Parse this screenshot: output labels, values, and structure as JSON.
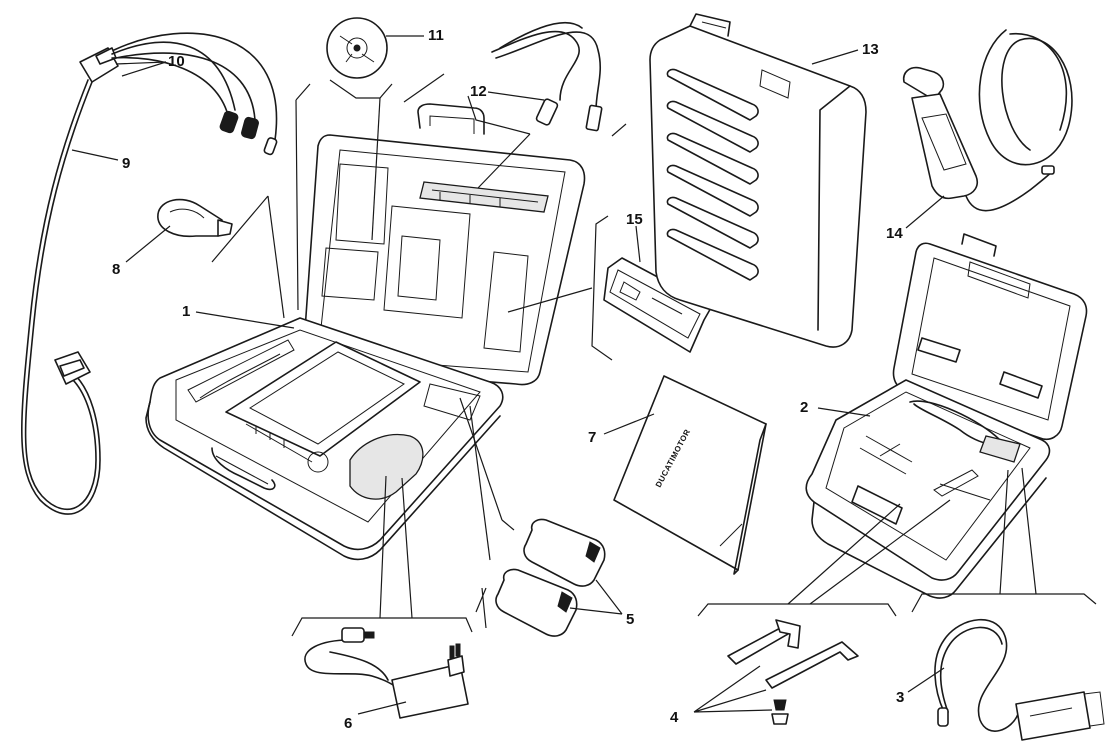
{
  "callouts": {
    "c1": "1",
    "c2": "2",
    "c3": "3",
    "c4": "4",
    "c5": "5",
    "c6": "6",
    "c7": "7",
    "c8": "8",
    "c9": "9",
    "c10": "10",
    "c11": "11",
    "c12": "12",
    "c13": "13",
    "c14": "14",
    "c15": "15"
  },
  "manual": {
    "cover_text": "DUCATIMOTOR"
  }
}
